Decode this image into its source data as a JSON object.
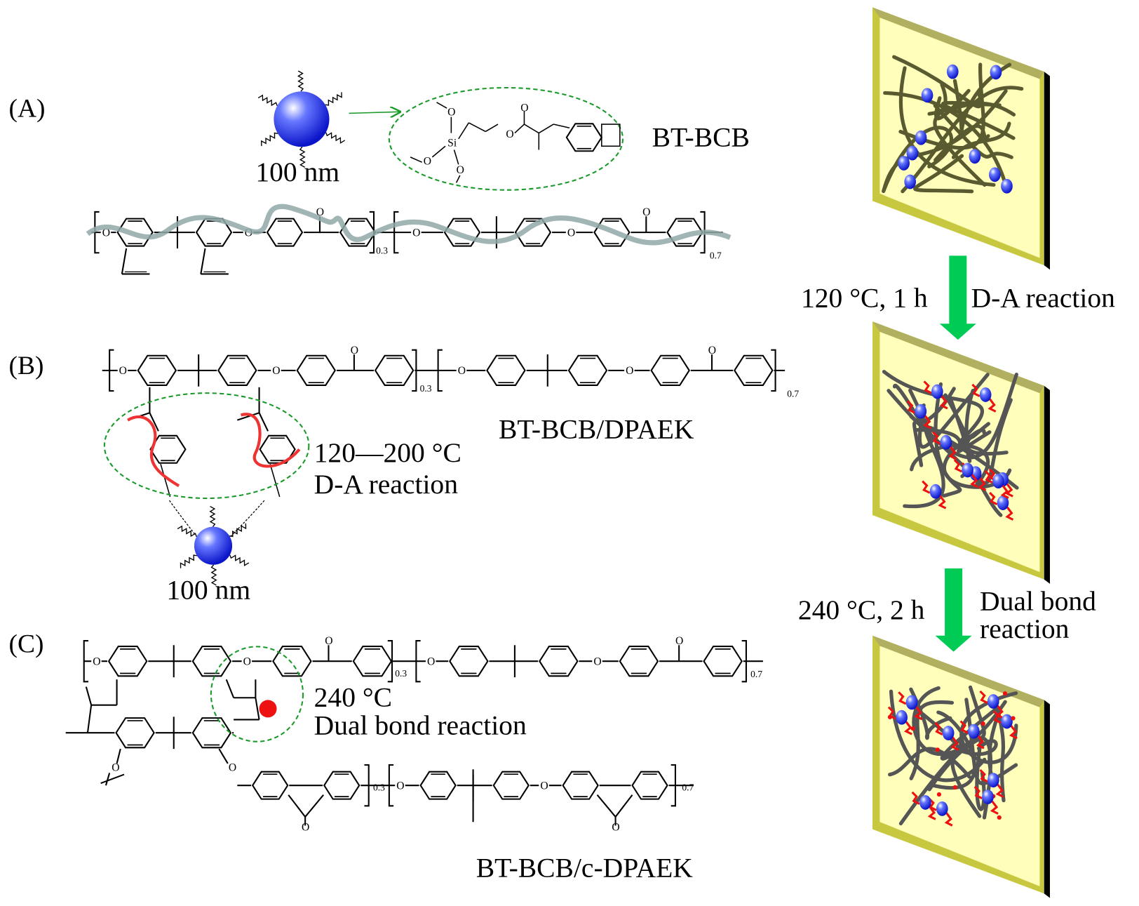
{
  "panels": {
    "a": {
      "label": "(A)",
      "size": "100 nm",
      "ligand": "BT-BCB",
      "sub1": "0.3",
      "sub2": "0.7"
    },
    "b": {
      "label": "(B)",
      "size": "100 nm",
      "product": "BT-BCB/DPAEK",
      "temp": "120—200 °C",
      "reaction": "D-A reaction",
      "sub1": "0.3",
      "sub2": "0.7"
    },
    "c": {
      "label": "(C)",
      "product": "BT-BCB/c-DPAEK",
      "temp": "240 °C",
      "reaction": "Dual bond reaction",
      "sub1": "0.3",
      "sub2": "0.7",
      "sub3": "0.3",
      "sub4": "0.7"
    }
  },
  "steps": [
    {
      "condition": "120 °C, 1 h",
      "reaction": "D-A reaction"
    },
    {
      "condition": "240 °C, 2 h",
      "reaction_line1": "Dual bond",
      "reaction_line2": "reaction"
    }
  ],
  "atoms": {
    "o": "O",
    "si": "Si"
  },
  "colors": {
    "arrow": "#00cc55",
    "ellipse": "#1a9a2a",
    "panel": "#ffffbb",
    "panel_edge": "#b0b050",
    "chain": "#555555",
    "particle": "#2233ee",
    "link": "#ee1111",
    "poly_a": "#90a8a8"
  }
}
